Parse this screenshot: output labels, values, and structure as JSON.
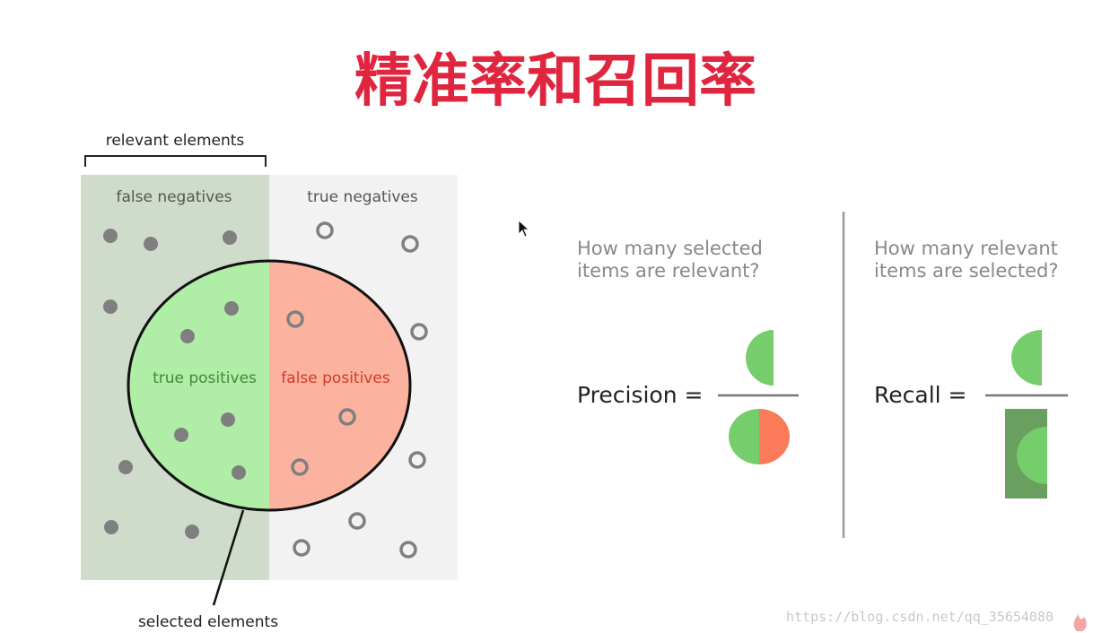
{
  "title": "精准率和召回率",
  "diagram": {
    "relevant_label": "relevant elements",
    "selected_label": "selected elements",
    "false_negatives": "false negatives",
    "true_negatives": "true negatives",
    "true_positives": "true positives",
    "false_positives": "false positives"
  },
  "precision": {
    "question_line1": "How many selected",
    "question_line2": "items are relevant?",
    "label": "Precision ="
  },
  "recall": {
    "question_line1": "How many relevant",
    "question_line2": "items are selected?",
    "label": "Recall ="
  },
  "watermark": "https://blog.csdn.net/qq_35654080",
  "colors": {
    "title": "#e0253f",
    "relevant_bg": "#cfdccb",
    "irrelevant_bg": "#f2f2f2",
    "true_positive": "#b0eda6",
    "false_positive": "#fbb3a0",
    "green_half": "#75cd6c",
    "red_half": "#fa7a59",
    "dark_green_box": "#6aa05f",
    "dot": "#7f7f7f"
  }
}
